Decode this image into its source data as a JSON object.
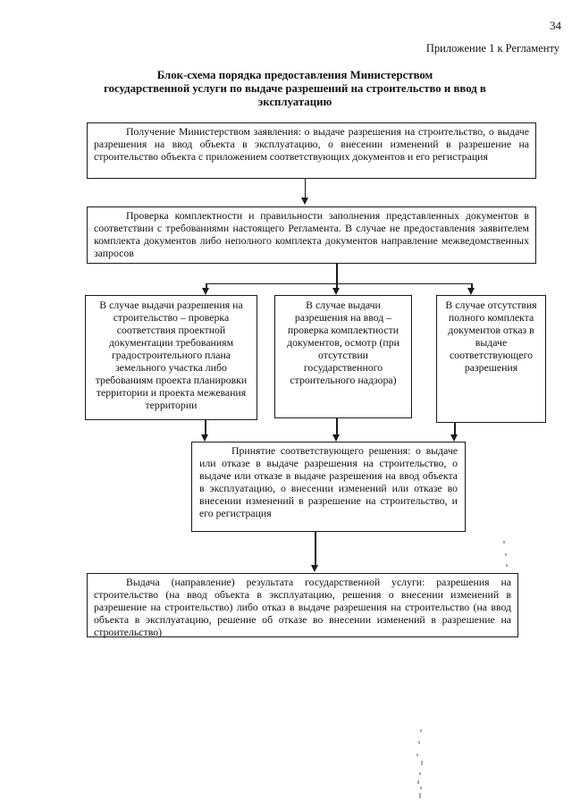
{
  "page": {
    "number": "34",
    "appendix": "Приложение 1 к Регламенту",
    "title": "Блок-схема порядка предоставления Министерством\nгосударственной услуги по выдаче разрешений на строительство и ввод в\nэксплуатацию"
  },
  "flowchart": {
    "receive": "Получение Министерством заявления: о выдаче разрешения на строительство, о выдаче разрешения на ввод объекта в эксплуатацию, о внесении изменений в разрешение на строительство объекта с приложением соответствующих документов и его регистрация",
    "check": "Проверка комплектности и правильности заполнения представленных документов в соответствии с требованиями настоящего Регламента. В случае не предоставления заявителем комплекта документов либо неполного комплекта документов направление межведомственных запросов",
    "branch_construction": "В случае выдачи разрешения на строительство – проверка соответствия проектной документации требованиям градостроительного плана земельного участка либо требованиям проекта планировки территории и проекта межевания территории",
    "branch_commissioning": "В случае выдачи разрешения на ввод – проверка комплектности документов, осмотр (при отсутствии государственного строительного надзора)",
    "branch_refusal": "В случае отсутствия полного комплекта документов отказ в выдаче соответствующего разрешения",
    "decision": "Принятие соответствующего решения: о выдаче или отказе в выдаче разрешения на строительство, о выдаче или отказе в выдаче разрешения на ввод объекта в эксплуатацию, о внесении изменений или отказе во внесении изменений в разрешение на строительство, и его регистрация",
    "result": "Выдача (направление) результата государственной услуги: разрешения на строительство (на ввод объекта в эксплуатацию, решения о внесении изменений в разрешение на строительство) либо отказ в выдаче разрешения на строительство (на ввод объекта в эксплуатацию, решение об отказе во внесении изменений в разрешение на строительство)"
  },
  "colors": {
    "text": "#111111",
    "line": "#1b1b1b",
    "background": "#ffffff"
  }
}
